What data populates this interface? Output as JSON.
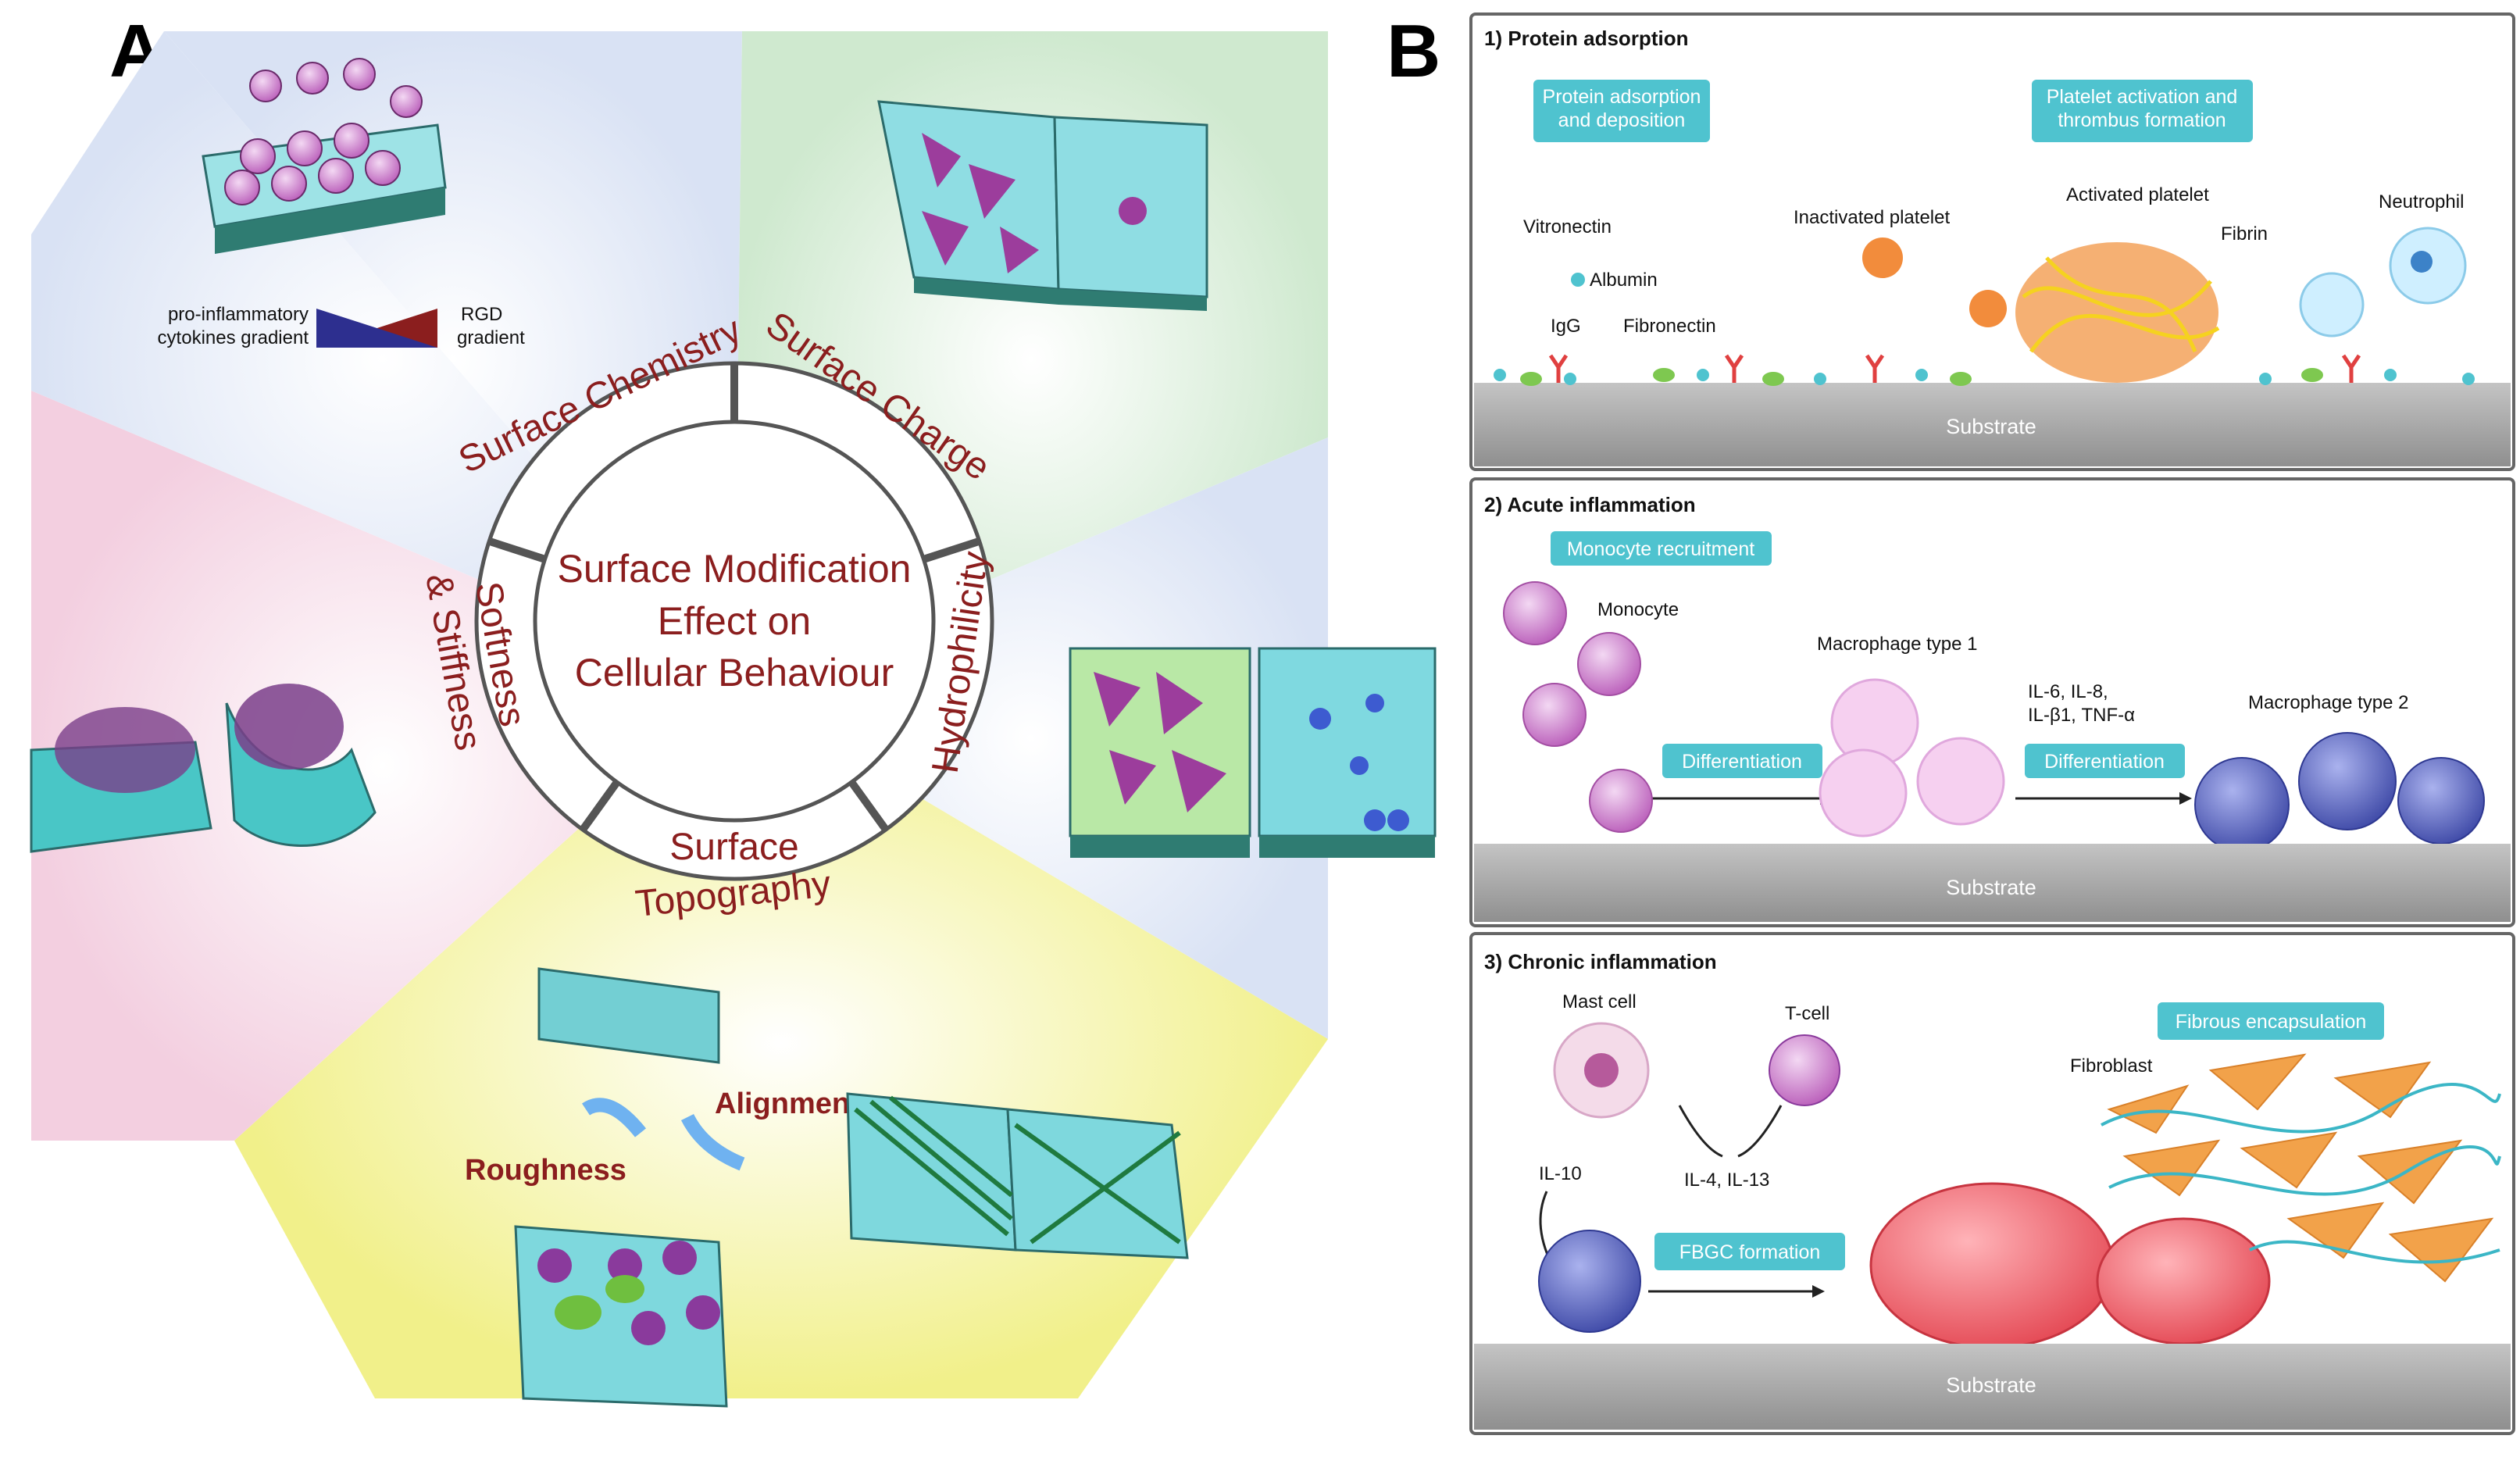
{
  "panel_a": {
    "letter": "A",
    "center": [
      "Surface Modification",
      "Effect on",
      "Cellular Behaviour"
    ],
    "segments": {
      "surface_chemistry": "Surface Chemistry",
      "surface_charge": "Surface Charge",
      "hydrophilicity": "Hydrophilicity",
      "surface_topography": [
        "Surface",
        "Topography"
      ],
      "softness_stiffness": [
        "Softness",
        "& Stiffness"
      ]
    },
    "gradient_labels": {
      "cytokines": [
        "pro-inflammatory",
        "cytokines gradient"
      ],
      "rgd": [
        "RGD",
        "gradient"
      ]
    },
    "topography_labels": {
      "alignment": "Alignment",
      "roughness": "Roughness"
    }
  },
  "panel_b": {
    "letter": "B",
    "row1": {
      "title": "1) Protein adsorption",
      "boxes": [
        [
          "Protein adsorption",
          "and deposition"
        ],
        [
          "Platelet activation and",
          "thrombus formation"
        ]
      ],
      "labels": {
        "vitronectin": "Vitronectin",
        "albumin": "Albumin",
        "igg": "IgG",
        "fibronectin": "Fibronectin",
        "inactivated_platelet": "Inactivated platelet",
        "activated_platelet": "Activated platelet",
        "fibrin": "Fibrin",
        "neutrophil": "Neutrophil"
      },
      "substrate": "Substrate"
    },
    "row2": {
      "title": "2) Acute inflammation",
      "boxes": {
        "monocyte_recruitment": "Monocyte recruitment",
        "differentiation_1": "Differentiation",
        "differentiation_2": "Differentiation"
      },
      "labels": {
        "monocyte": "Monocyte",
        "macrophage1": "Macrophage type 1",
        "cytokines": [
          "IL-6, IL-8,",
          "IL-β1, TNF-α"
        ],
        "macrophage2": "Macrophage type 2"
      },
      "substrate": "Substrate"
    },
    "row3": {
      "title": "3) Chronic inflammation",
      "boxes": {
        "fibrous": "Fibrous encapsulation",
        "fbgc": "FBGC formation"
      },
      "labels": {
        "mast_cell": "Mast cell",
        "t_cell": "T-cell",
        "il4": "IL-4, IL-13",
        "il10": "IL-10",
        "fibroblast": "Fibroblast"
      },
      "substrate": "Substrate"
    }
  },
  "colors": {
    "label_red": "#8b1e1e",
    "teal_box": "#4fc3cf",
    "substrate": "#9a9a9a",
    "monocyte": "#c77ac7",
    "macrophage2": "#4a57b3",
    "fbgc": "#e7505a",
    "fibroblast": "#f2a24a"
  }
}
